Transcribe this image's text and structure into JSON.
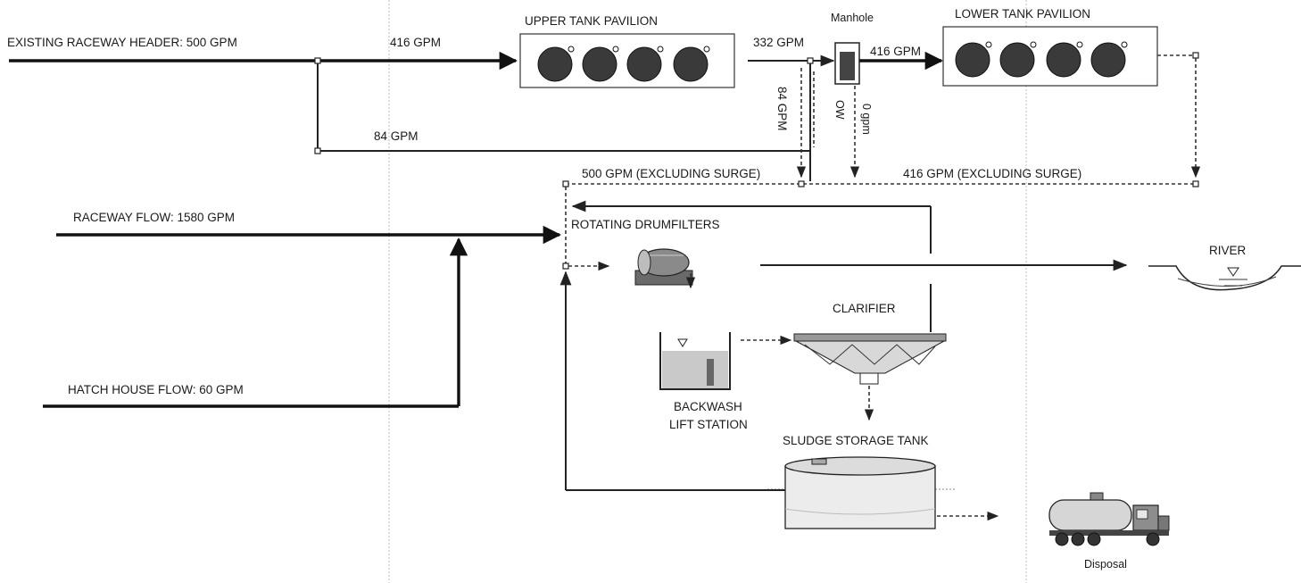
{
  "labels": {
    "existing_header": "EXISTING RACEWAY HEADER: 500 GPM",
    "flow_416_top": "416 GPM",
    "flow_84_bottom": "84 GPM",
    "upper_pavilion": "UPPER TANK  PAVILION",
    "flow_332": "332 GPM",
    "manhole": "Manhole",
    "flow_416_mid": "416 GPM",
    "lower_pavilion": "LOWER TANK PAVILION",
    "flow_84_vertical": "84 GPM",
    "ow": "OW",
    "zero_gpm": "0 gpm",
    "excl_500": "500 GPM (EXCLUDING SURGE)",
    "excl_416": "416 GPM (EXCLUDING SURGE)",
    "raceway_flow": "RACEWAY FLOW: 1580 GPM",
    "drumfilters": "ROTATING DRUMFILTERS",
    "river": "RIVER",
    "clarifier": "CLARIFIER",
    "backwash_1": "BACKWASH",
    "backwash_2": "LIFT STATION",
    "hatch_flow": "HATCH HOUSE FLOW: 60 GPM",
    "sludge_tank": "SLUDGE STORAGE TANK",
    "disposal": "Disposal"
  }
}
